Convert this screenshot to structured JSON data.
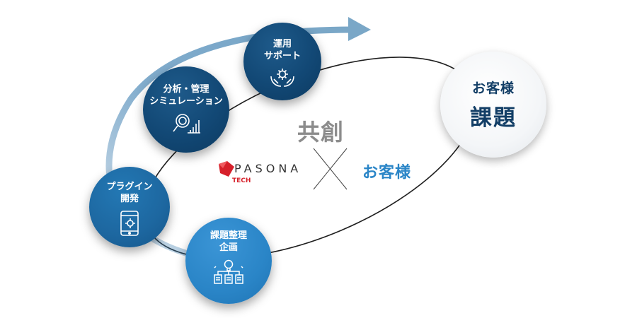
{
  "center": {
    "cocreation": "共創",
    "brand_name": "PASONA",
    "brand_sub": "TECH",
    "customer": "お客様"
  },
  "customer_circle": {
    "line1": "お客様",
    "line2": "課題"
  },
  "steps": [
    {
      "label": "運用\nサポート",
      "icon": "hands-gear-icon"
    },
    {
      "label": "分析・管理\nシミュレーション",
      "icon": "magnifier-chart-icon"
    },
    {
      "label": "プラグイン\n開発",
      "icon": "tablet-gear-icon"
    },
    {
      "label": "課題整理\n企画",
      "icon": "lightbulb-docs-icon"
    }
  ],
  "colors": {
    "dark_blue": "#124875",
    "mid_blue": "#1d67a0",
    "light_blue": "#2a85c7",
    "arrow_blue": "#7aa7c7",
    "brand_red": "#d6202a",
    "cocreation_gray": "#8c8c8c"
  }
}
